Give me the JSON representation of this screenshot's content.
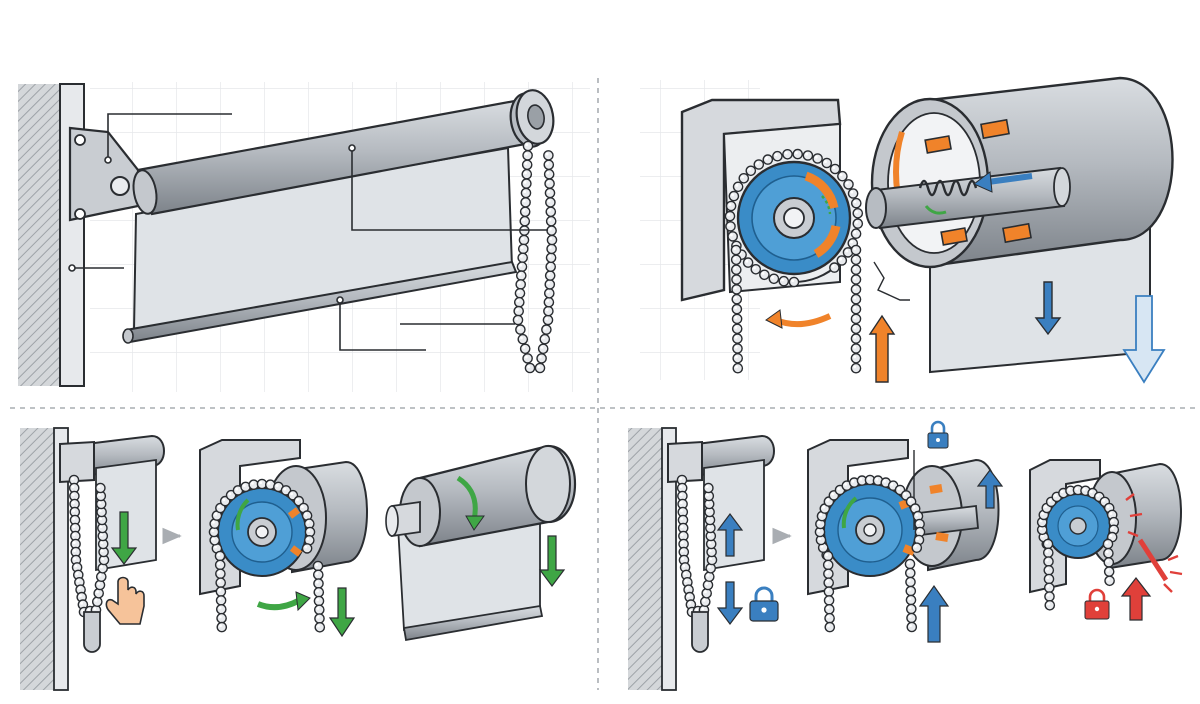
{
  "diagram": {
    "kind": "roller blind chain mechanism illustration",
    "panels": [
      {
        "id": "overview",
        "caption": ""
      },
      {
        "id": "exploded-clutch",
        "caption": ""
      },
      {
        "id": "lowering-sequence",
        "caption": ""
      },
      {
        "id": "raising-and-locking",
        "caption": ""
      }
    ],
    "icons": [
      "bracket-icon",
      "bead-chain-icon",
      "clutch-gear-icon",
      "spring-icon",
      "hand-pointer-icon",
      "padlock-icon",
      "arrow-down-icon",
      "arrow-up-icon",
      "rotate-arrow-icon"
    ],
    "colors": {
      "metal": "#b7bcc2",
      "metal_dark": "#6f757c",
      "fabric": "#dfe3e7",
      "clutch_blue": "#3a8cc7",
      "clutch_blue_dark": "#1f5f8f",
      "accent_orange": "#f0832a",
      "accent_green": "#3fa645",
      "accent_blue": "#3a7fc0",
      "lock_red": "#e0403a",
      "outline": "#2a2d31",
      "wall_hatch": "#bfc3c7",
      "grid": "#e7e9ec",
      "divider": "#a9adb2"
    }
  }
}
